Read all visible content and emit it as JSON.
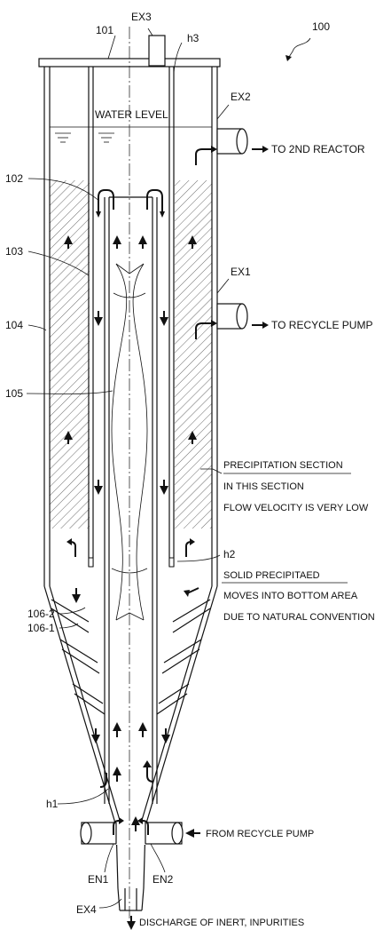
{
  "labels": {
    "ref_100": "100",
    "ex3": "EX3",
    "ref_101": "101",
    "h3": "h3",
    "water_level": "WATER LEVEL",
    "ex2": "EX2",
    "to_2nd_reactor": "TO 2ND REACTOR",
    "ref_102": "102",
    "ref_103": "103",
    "ex1": "EX1",
    "ref_104": "104",
    "to_recycle_pump": "TO RECYCLE PUMP",
    "ref_105": "105",
    "precip_1": "PRECIPITATION SECTION",
    "precip_2": "IN THIS SECTION",
    "precip_3": "FLOW VELOCITY IS VERY LOW",
    "h2": "h2",
    "solid_1": "SOLID PRECIPITAED",
    "solid_2": "MOVES INTO BOTTOM AREA",
    "solid_3": "DUE TO NATURAL CONVENTION",
    "ref_106_2": "106-2",
    "ref_106_1": "106-1",
    "h1": "h1",
    "from_recycle_pump": "FROM RECYCLE PUMP",
    "en1": "EN1",
    "en2": "EN2",
    "ex4": "EX4",
    "discharge": "DISCHARGE OF INERT, INPURITIES"
  }
}
